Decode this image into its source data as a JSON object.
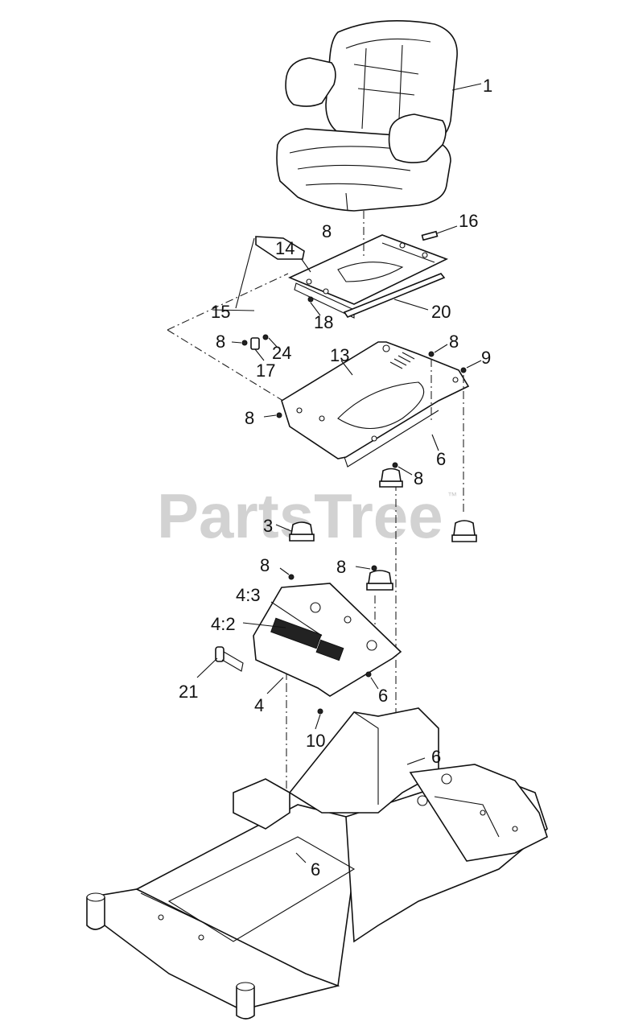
{
  "watermark": {
    "text": "PartsTree",
    "trademark": "™"
  },
  "callouts": [
    {
      "id": "c1",
      "label": "1"
    },
    {
      "id": "c16",
      "label": "16"
    },
    {
      "id": "c8a",
      "label": "8"
    },
    {
      "id": "c14",
      "label": "14"
    },
    {
      "id": "c15",
      "label": "15"
    },
    {
      "id": "c18",
      "label": "18"
    },
    {
      "id": "c20",
      "label": "20"
    },
    {
      "id": "c8b",
      "label": "8"
    },
    {
      "id": "c24",
      "label": "24"
    },
    {
      "id": "c17",
      "label": "17"
    },
    {
      "id": "c13",
      "label": "13"
    },
    {
      "id": "c8c",
      "label": "8"
    },
    {
      "id": "c9",
      "label": "9"
    },
    {
      "id": "c8d",
      "label": "8"
    },
    {
      "id": "c6a",
      "label": "6"
    },
    {
      "id": "c8e",
      "label": "8"
    },
    {
      "id": "c3",
      "label": "3"
    },
    {
      "id": "c8f",
      "label": "8"
    },
    {
      "id": "c8g",
      "label": "8"
    },
    {
      "id": "c43",
      "label": "4:3"
    },
    {
      "id": "c42",
      "label": "4:2"
    },
    {
      "id": "c21",
      "label": "21"
    },
    {
      "id": "c4",
      "label": "4"
    },
    {
      "id": "c6b",
      "label": "6"
    },
    {
      "id": "c10",
      "label": "10"
    },
    {
      "id": "c6c",
      "label": "6"
    },
    {
      "id": "c6d",
      "label": "6"
    }
  ],
  "colors": {
    "line": "#111111",
    "watermark": "#d2d2d2",
    "background": "#ffffff"
  }
}
